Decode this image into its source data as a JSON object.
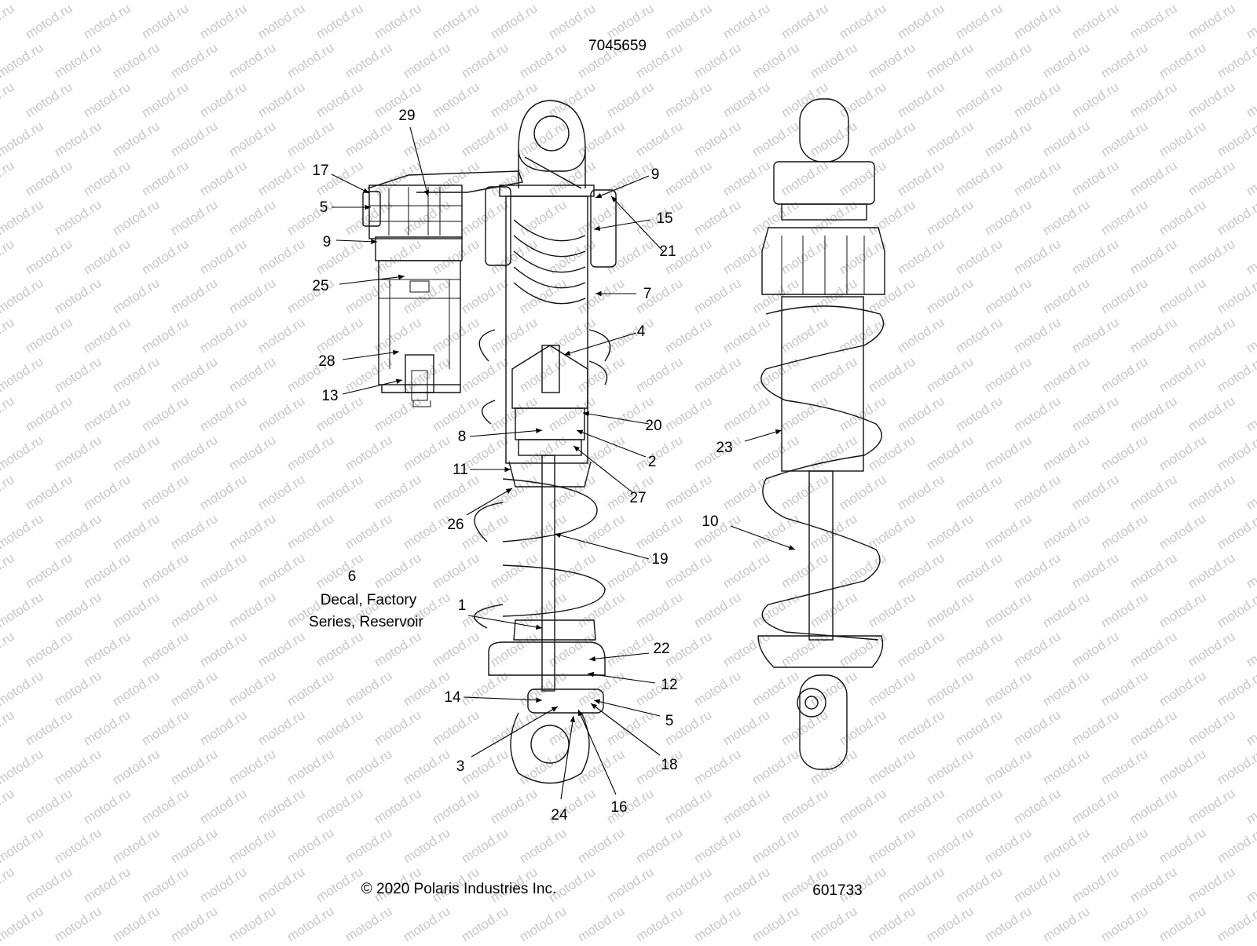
{
  "assembly_number": "7045659",
  "copyright": "© 2020 Polaris Industries Inc.",
  "illustration_number": "601733",
  "watermark": "motod.ru",
  "note": {
    "ref": "6",
    "line1": "Decal, Factory",
    "line2": "Series, Reservoir"
  },
  "callouts": [
    "29",
    "17",
    "5",
    "9",
    "25",
    "28",
    "13",
    "9",
    "15",
    "21",
    "7",
    "4",
    "20",
    "8",
    "2",
    "11",
    "27",
    "26",
    "19",
    "1",
    "22",
    "12",
    "14",
    "5",
    "3",
    "18",
    "24",
    "16",
    "23",
    "10"
  ]
}
